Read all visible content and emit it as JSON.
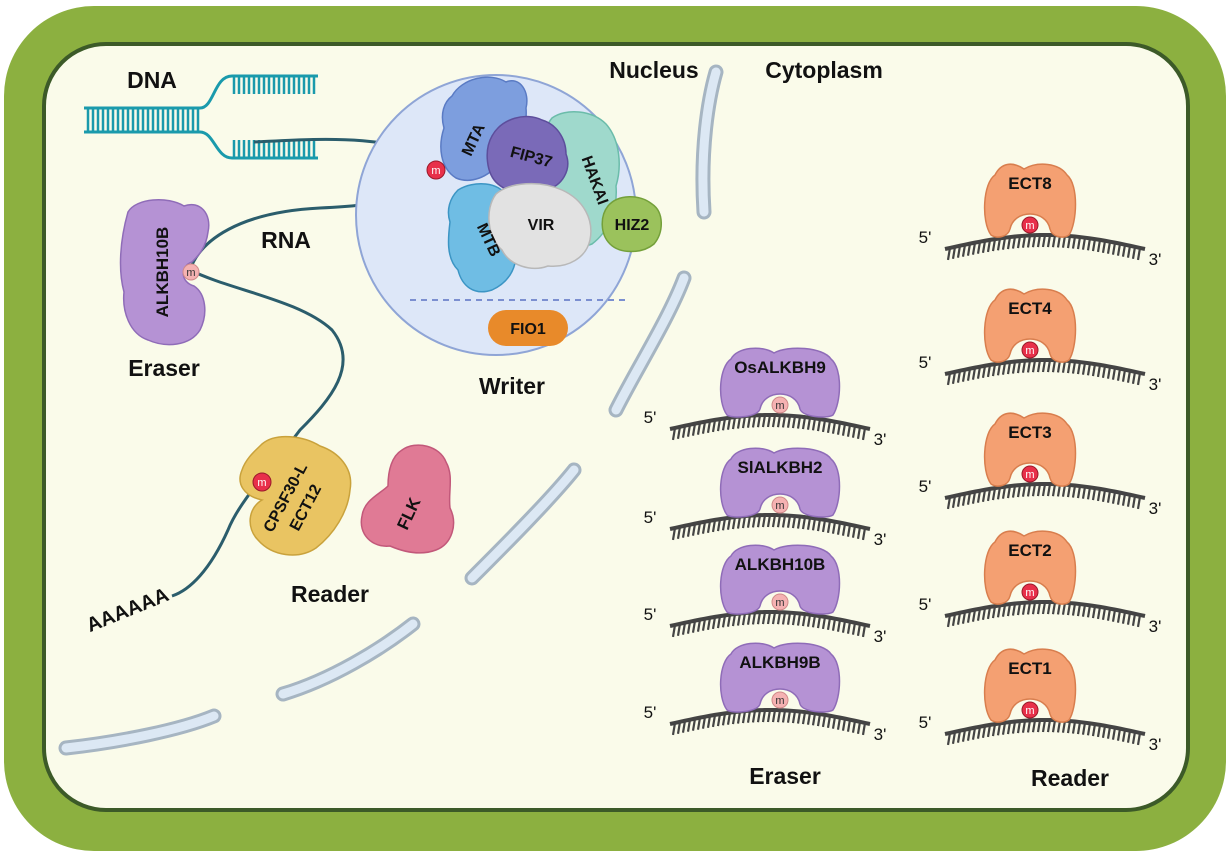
{
  "labels": {
    "dna": "DNA",
    "rna": "RNA",
    "nucleus": "Nucleus",
    "cytoplasm": "Cytoplasm",
    "writer": "Writer",
    "eraser_nucleus": "Eraser",
    "reader_nucleus": "Reader",
    "eraser_cytoplasm": "Eraser",
    "reader_cytoplasm": "Reader",
    "polya": "AAAAAA",
    "m6a_mark": "m",
    "five_prime": "5'",
    "three_prime": "3'"
  },
  "writer_complex": {
    "mta": "MTA",
    "fip37": "FIP37",
    "hakai": "HAKAI",
    "mtb": "MTB",
    "vir": "VIR",
    "hiz2": "HIZ2",
    "fio1": "FIO1"
  },
  "nucleus_proteins": {
    "eraser": "ALKBH10B",
    "reader_line1": "CPSF30-L",
    "reader_line2": "ECT12",
    "reader2": "FLK"
  },
  "cytoplasm_erasers": [
    "OsALKBH9",
    "SlALKBH2",
    "ALKBH10B",
    "ALKBH9B"
  ],
  "cytoplasm_readers": [
    "ECT8",
    "ECT4",
    "ECT3",
    "ECT2",
    "ECT1"
  ],
  "colors": {
    "cell_wall": "#8cb040",
    "cytoplasm_bg": "#fafbea",
    "membrane_outline": "#3c5a28",
    "nuclear_envelope": "#dce8f4",
    "eraser_purple": "#b592d4",
    "reader_orange": "#f4a072",
    "reader_yellow": "#e9c462",
    "flk_pink": "#e07a95",
    "m6a_red": "#e8304a",
    "rna_teal": "#2b5d6c",
    "dna_teal": "#1a9aac",
    "fio1_orange": "#e88a2a"
  }
}
